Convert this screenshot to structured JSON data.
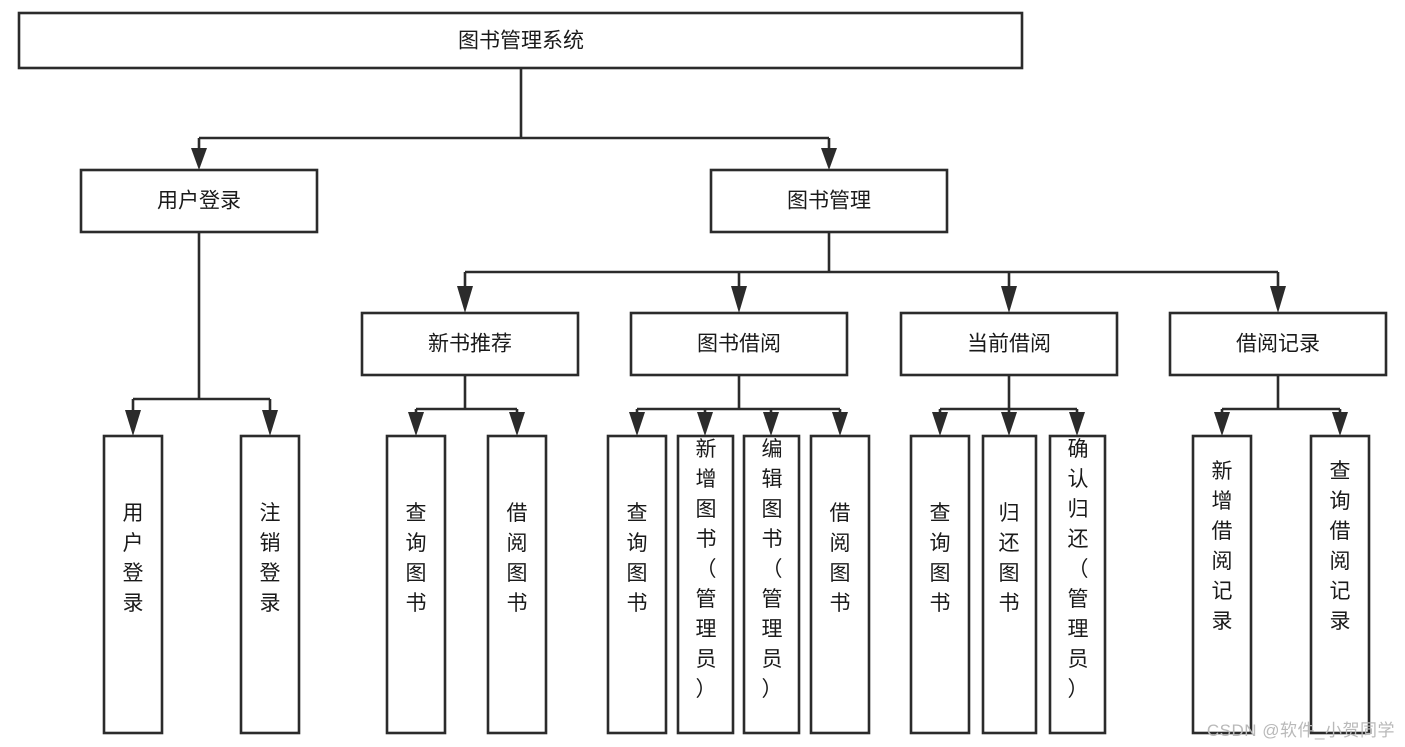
{
  "diagram": {
    "type": "tree-hierarchy",
    "title_node": {
      "id": "root",
      "label": "图书管理系统"
    },
    "level2": [
      {
        "id": "user-login",
        "label": "用户登录"
      },
      {
        "id": "book-management",
        "label": "图书管理"
      }
    ],
    "level3": [
      {
        "id": "new-book-recommend",
        "label": "新书推荐",
        "parent": "book-management"
      },
      {
        "id": "book-borrow",
        "label": "图书借阅",
        "parent": "book-management"
      },
      {
        "id": "current-borrow",
        "label": "当前借阅",
        "parent": "book-management"
      },
      {
        "id": "borrow-record",
        "label": "借阅记录",
        "parent": "book-management"
      }
    ],
    "leaves": {
      "user-login": [
        {
          "id": "leaf-user-login",
          "label": "用户登录"
        },
        {
          "id": "leaf-user-logout",
          "label": "注销登录"
        }
      ],
      "new-book-recommend": [
        {
          "id": "leaf-query-book-1",
          "label": "查询图书"
        },
        {
          "id": "leaf-borrow-book-1",
          "label": "借阅图书"
        }
      ],
      "book-borrow": [
        {
          "id": "leaf-query-book-2",
          "label": "查询图书"
        },
        {
          "id": "leaf-add-book-admin",
          "label": "新增图书（管理员）"
        },
        {
          "id": "leaf-edit-book-admin",
          "label": "编辑图书（管理员）"
        },
        {
          "id": "leaf-borrow-book-2",
          "label": "借阅图书"
        }
      ],
      "current-borrow": [
        {
          "id": "leaf-query-book-3",
          "label": "查询图书"
        },
        {
          "id": "leaf-return-book",
          "label": "归还图书"
        },
        {
          "id": "leaf-confirm-return-admin",
          "label": "确认归还（管理员）"
        }
      ],
      "borrow-record": [
        {
          "id": "leaf-add-borrow-record",
          "label": "新增借阅记录"
        },
        {
          "id": "leaf-query-borrow-record",
          "label": "查询借阅记录"
        }
      ]
    },
    "colors": {
      "stroke": "#2b2b2b",
      "fill": "#ffffff",
      "text": "#1a1a1a",
      "watermark": "#b9b9b9"
    }
  },
  "watermark": {
    "text": "CSDN @软件_小贺同学"
  }
}
